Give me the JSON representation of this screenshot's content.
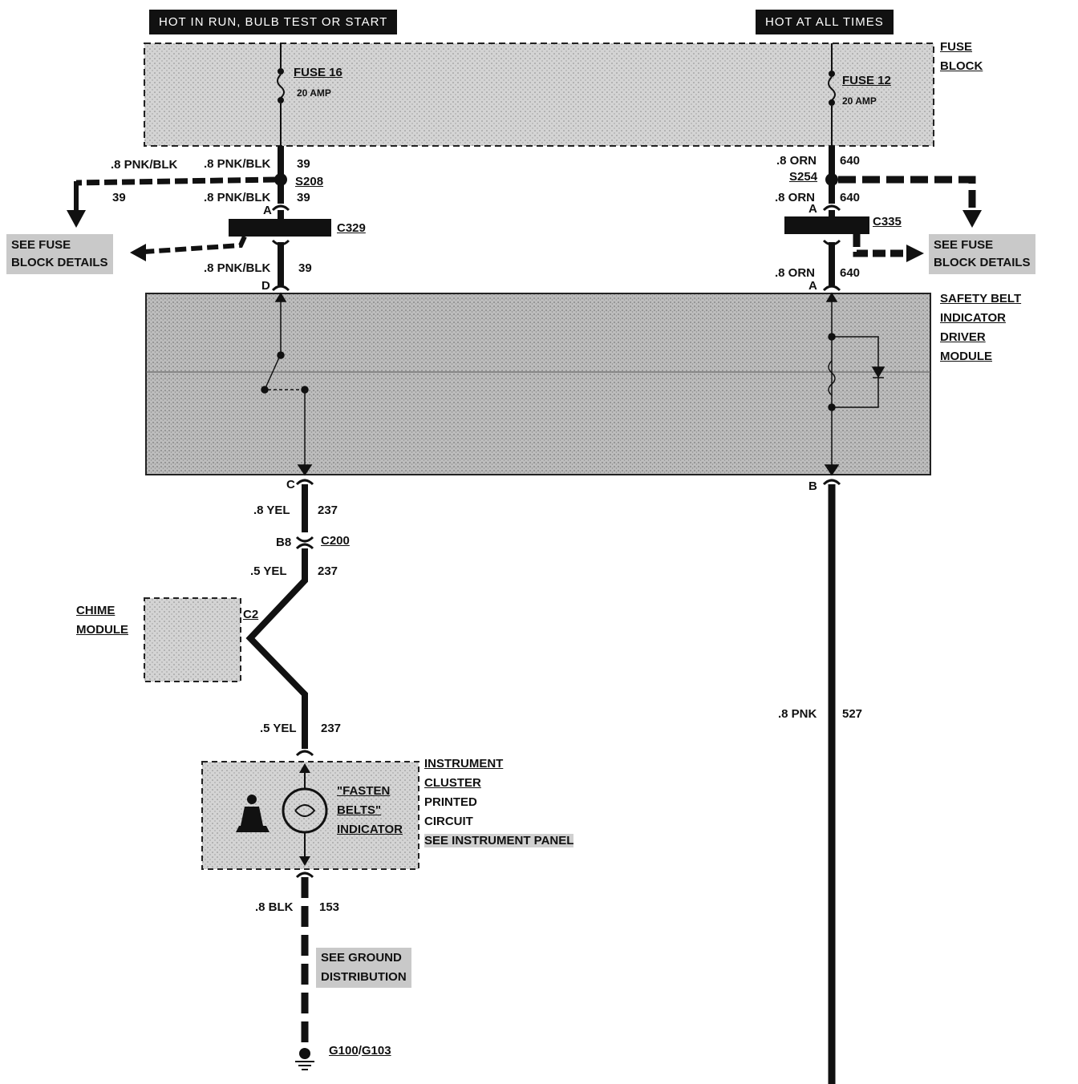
{
  "headers": {
    "left": "HOT IN RUN, BULB TEST OR START",
    "right": "HOT AT ALL TIMES"
  },
  "fuse_block": {
    "label_line1": "FUSE",
    "label_line2": "BLOCK",
    "fuse_left_name": "FUSE 16",
    "fuse_left_rating": "20 AMP",
    "fuse_right_name": "FUSE 12",
    "fuse_right_rating": "20 AMP"
  },
  "left_circuit": {
    "branch_wire": ".8 PNK/BLK",
    "branch_circuit": "39",
    "wire_top": ".8 PNK/BLK",
    "circuit_top": "39",
    "splice": "S208",
    "wire_mid": ".8 PNK/BLK",
    "circuit_mid": "39",
    "connector_pin_a": "A",
    "connector": "C329",
    "wire_bot": ".8 PNK/BLK",
    "circuit_bot": "39",
    "pin_d": "D"
  },
  "right_circuit": {
    "wire_top": ".8 ORN",
    "circuit_top": "640",
    "splice": "S254",
    "wire_mid": ".8 ORN",
    "circuit_mid": "640",
    "connector_pin_a": "A",
    "connector": "C335",
    "wire_bot": ".8 ORN",
    "circuit_bot": "640",
    "pin_a_lower": "A"
  },
  "see_fuse_left": {
    "line1": "SEE FUSE",
    "line2": "BLOCK DETAILS"
  },
  "see_fuse_right": {
    "line1": "SEE FUSE",
    "line2": "BLOCK DETAILS"
  },
  "driver_module": {
    "line1": "SAFETY BELT",
    "line2": "INDICATOR",
    "line3": "DRIVER",
    "line4": "MODULE",
    "pin_c": "C",
    "pin_b": "B"
  },
  "yel_circuit": {
    "wire1": ".8 YEL",
    "circuit1": "237",
    "conn_pin": "B8",
    "connector": "C200",
    "wire2": ".5 YEL",
    "circuit2": "237",
    "wire3": ".5 YEL",
    "circuit3": "237"
  },
  "chime_module": {
    "line1": "CHIME",
    "line2": "MODULE",
    "connector": "C2"
  },
  "pnk_circuit": {
    "wire": ".8 PNK",
    "circuit": "527"
  },
  "instrument_cluster": {
    "indicator_line1": "\"FASTEN",
    "indicator_line2": "BELTS\"",
    "indicator_line3": "INDICATOR",
    "label_line1": "INSTRUMENT",
    "label_line2": "CLUSTER",
    "label_line3": "PRINTED",
    "label_line4": "CIRCUIT",
    "label_line5": "SEE INSTRUMENT PANEL"
  },
  "ground": {
    "wire": ".8 BLK",
    "circuit": "153",
    "see_line1": "SEE GROUND",
    "see_line2": "DISTRIBUTION",
    "ground_a": "G100",
    "ground_sep": "/",
    "ground_b": "G103"
  }
}
